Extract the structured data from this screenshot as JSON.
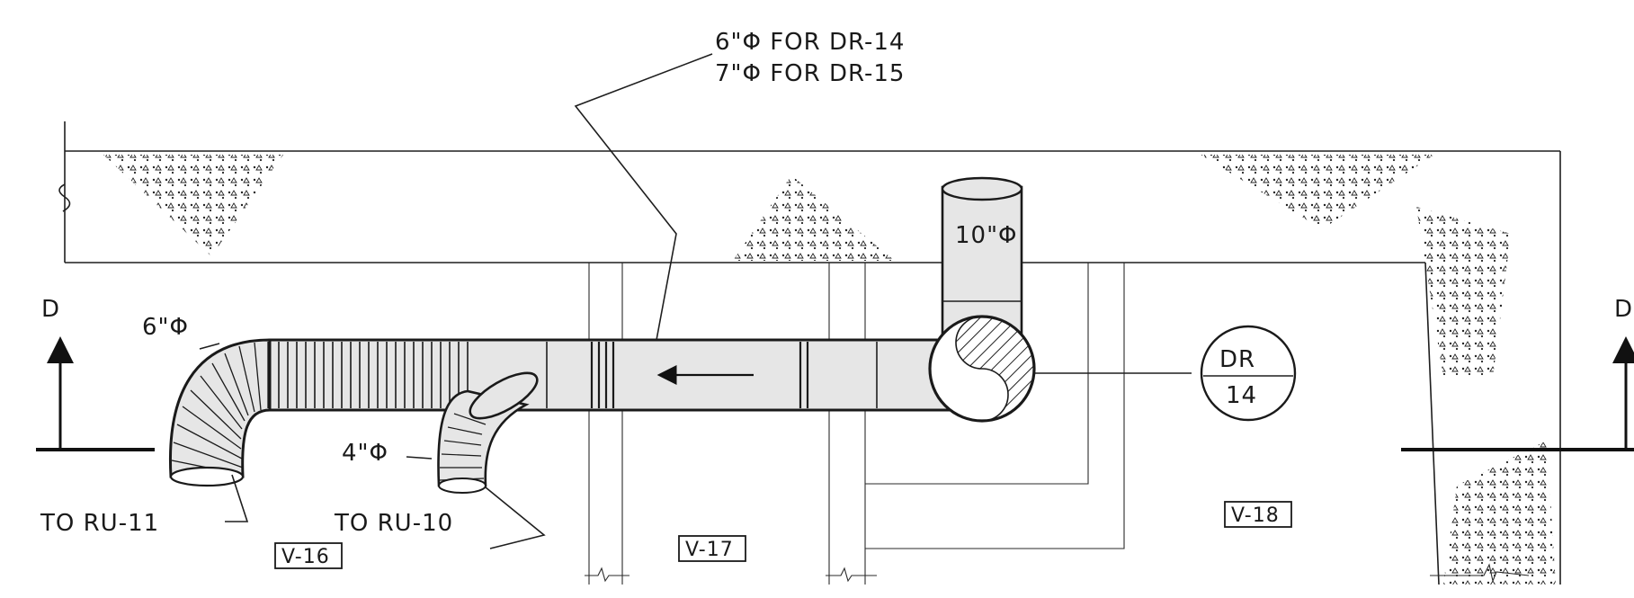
{
  "callouts": {
    "top_line1": "6\"Φ FOR DR-14",
    "top_line2": "7\"Φ FOR DR-15",
    "duct_6": "6\"Φ",
    "duct_4": "4\"Φ",
    "duct_10": "10\"Φ",
    "to_ru_11": "TO RU-11",
    "to_ru_10": "TO RU-10"
  },
  "register_tag": {
    "top": "DR",
    "bottom": "14"
  },
  "bay_tags": [
    "V-16",
    "V-17",
    "V-18"
  ],
  "section_marks": {
    "left": "D",
    "right": "D"
  }
}
